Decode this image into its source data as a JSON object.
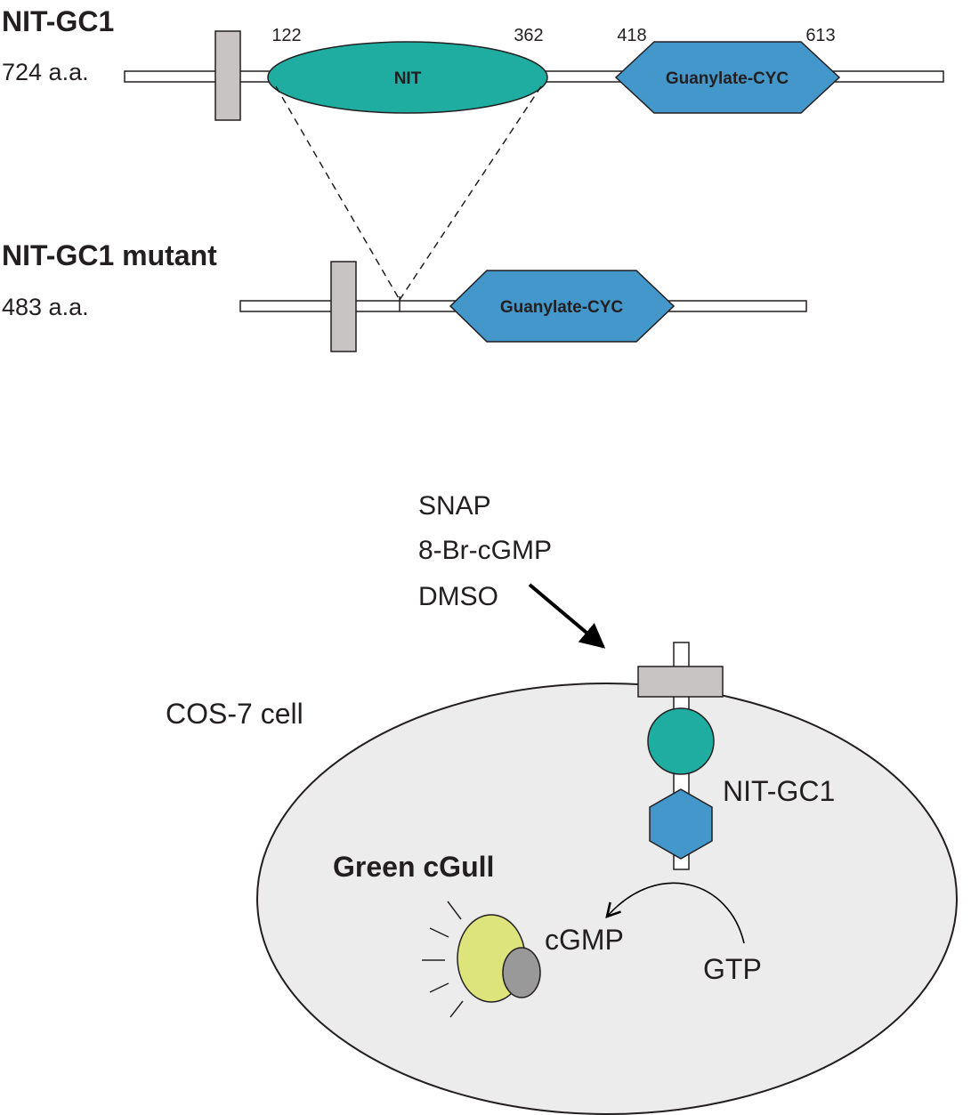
{
  "wildtype": {
    "name": "NIT-GC1",
    "length": "724 a.a.",
    "positions": [
      "122",
      "362",
      "418",
      "613"
    ],
    "nit_domain": "NIT",
    "cyc_domain": "Guanylate-CYC"
  },
  "mutant": {
    "name": "NIT-GC1 mutant",
    "length": "483 a.a.",
    "cyc_domain": "Guanylate-CYC"
  },
  "treatments": [
    "SNAP",
    "8-Br-cGMP",
    "DMSO"
  ],
  "cell": {
    "label": "COS-7 cell",
    "receptor_label": "NIT-GC1",
    "sensor_label": "Green cGull",
    "product_label": "cGMP",
    "substrate_label": "GTP"
  },
  "colors": {
    "nit": "#1eada0",
    "cyc": "#4397cb",
    "tm": "#c8c4c4",
    "cell_fill": "#ececec",
    "sensor": "#dde47c",
    "sensor_dark": "#999999"
  }
}
